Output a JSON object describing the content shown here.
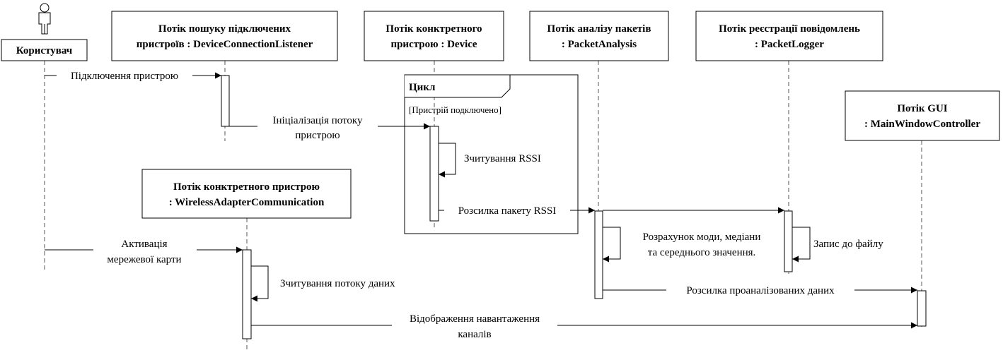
{
  "actor": {
    "label": "Користувач",
    "icon": "stick-figure-icon"
  },
  "participants": {
    "listener": {
      "line1": "Потік пошуку підключених",
      "line2": "пристроїв : DeviceConnectionListener"
    },
    "device": {
      "line1": "Потік конктретного",
      "line2": "пристрою : Device"
    },
    "analysis": {
      "line1": "Потік аналізу пакетів",
      "line2": ": PacketAnalysis"
    },
    "logger": {
      "line1": "Потік реєстрації повідомлень",
      "line2": ": PacketLogger"
    },
    "gui": {
      "line1": "Потік GUI",
      "line2": ": MainWindowController"
    },
    "wireless": {
      "line1": "Потік конктретного пристрою",
      "line2": ": WirelessAdapterCommunication"
    }
  },
  "loop": {
    "title": "Цикл",
    "guard": "[Пристрій подключено]"
  },
  "messages": {
    "connect": "Підключення пристрою",
    "init_line1": "Ініціалізація потоку",
    "init_line2": "пристрою",
    "read_rssi": "Зчитування RSSI",
    "send_rssi": "Розсилка пакету RSSI",
    "stats_line1": "Розрахунок моди, медіани",
    "stats_line2": "та середнього значення.",
    "write_file": "Запис до файлу",
    "activate_line1": "Активація",
    "activate_line2": "мережевої карти",
    "read_stream": "Зчитування потоку даних",
    "send_analyzed": "Розсилка проаналізованих даних",
    "display_line1": "Відображення навантаження",
    "display_line2": "каналів"
  },
  "colors": {
    "line": "#000000",
    "lifeline": "#555555",
    "background": "#ffffff"
  }
}
